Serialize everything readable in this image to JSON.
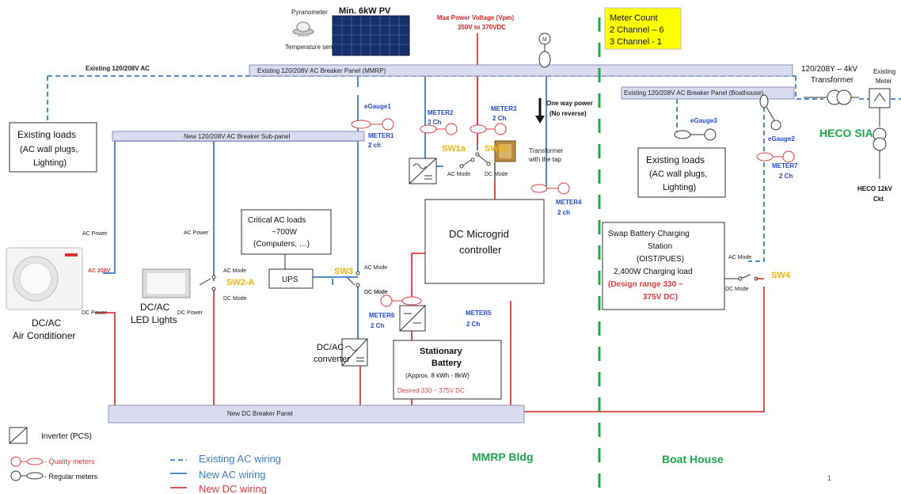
{
  "pv": {
    "pyranometer": "Pyranometer",
    "temperature_sensor": "Temperature sensor",
    "title": "Min. 6kW PV"
  },
  "vpm": {
    "line1": "Max Power Voltage (Vpm)",
    "line2": "350V to 370VDC"
  },
  "meter_count": {
    "line1": "Meter Count",
    "line2": "2 Channel – 6",
    "line3": "3 Channel - 1"
  },
  "existing_ac_label": "Existing  120/208V AC",
  "panels": {
    "mmrp": "Existing 120/208V AC Breaker Panel (MMRP)",
    "subpanel": "New 120/208V AC Breaker Sub-panel",
    "boathouse": "Existing 120/208V AC Breaker Panel (Boathouse)",
    "dc": "New DC Breaker Panel"
  },
  "transformer_4kv": {
    "line1": "120/208Y – 4kV",
    "line2": "Transformer"
  },
  "existing_meter": {
    "line1": "Existing",
    "line2": "Meter"
  },
  "heco_sia": "HECO SIA",
  "heco_ckt": {
    "line1": "HECO 12kV",
    "line2": "Ckt"
  },
  "loads_left": {
    "line1": "Existing loads",
    "line2": "(AC wall plugs,",
    "line3": "Lighting)"
  },
  "loads_right": {
    "line1": "Existing loads",
    "line2": "(AC wall plugs,",
    "line3": "Lighting)"
  },
  "meters": {
    "egauge1": "eGauge1",
    "meter1": {
      "line1": "METER1",
      "line2": "2 ch"
    },
    "meter2": {
      "line1": "METER2",
      "line2": "3 Ch"
    },
    "meter3": {
      "line1": "METER3",
      "line2": "2 Ch"
    },
    "meter4": {
      "line1": "METER4",
      "line2": "2 ch"
    },
    "meter5": {
      "line1": "METER5",
      "line2": "2 Ch"
    },
    "meter6": {
      "line1": "METER6",
      "line2": "2 Ch"
    },
    "meter7": {
      "line1": "METER7",
      "line2": "2 Ch"
    },
    "egauge2": "eGauge2",
    "egauge3": "eGauge3"
  },
  "one_way": {
    "line1": "One way power",
    "line2": "(No reverse)"
  },
  "transformer_tap": {
    "line1": "Transformer",
    "line2": "with the tap"
  },
  "switches": {
    "sw1a": "SW1a",
    "sw1b": "SW1b",
    "sw2a": "SW2-A",
    "sw3": "SW3",
    "sw4": "SW4"
  },
  "modes": {
    "ac": "AC Mode",
    "dc": "DC Mode"
  },
  "power": {
    "ac": "AC Power",
    "dc": "DC Power",
    "ac208": "AC 208V"
  },
  "controller": {
    "line1": "DC Microgrid",
    "line2": "controller"
  },
  "critical": {
    "line1": "Critical AC loads",
    "line2": "~700W",
    "line3": "(Computers, …)"
  },
  "ups": "UPS",
  "converter": {
    "line1": "DC/AC",
    "line2": "converter"
  },
  "battery": {
    "line1": "Stationary",
    "line2": "Battery",
    "line3": "(Approx. 8 kWh - 8kW)",
    "line4": "Desired 330 ~ 375V DC"
  },
  "swap": {
    "line1": "Swap Battery Charging",
    "line2": "Station",
    "line3": "(OIST/PUES)",
    "line4": "2,400W Charging load",
    "line5": "(Design range 330 ~",
    "line6": "375V DC)"
  },
  "ac_unit": {
    "line1": "DC/AC",
    "line2": "Air Conditioner"
  },
  "led": {
    "line1": "DC/AC",
    "line2": "LED Lights"
  },
  "legend": {
    "inverter": "Inverter (PCS)",
    "quality": "- Quality meters",
    "regular": "- Regular meters",
    "existing_ac": "Existing AC wiring",
    "new_ac": "New AC wiring",
    "new_dc": "New DC wiring"
  },
  "buildings": {
    "mmrp": "MMRP Bldg",
    "boat": "Boat House"
  },
  "page_number": "1",
  "colors": {
    "ac": "#3a7fc8",
    "dc": "#e23b3b",
    "panel": "#d9dcef",
    "highlight": "#ffff00",
    "switch": "#f2b300",
    "meter_text": "#1f4bd6",
    "building": "#1da84a"
  }
}
